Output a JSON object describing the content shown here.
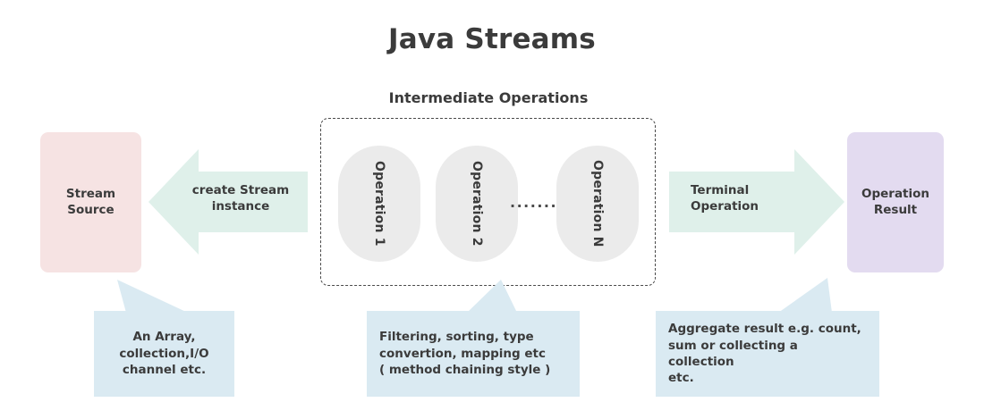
{
  "title": "Java Streams",
  "section_title": "Intermediate Operations",
  "colors": {
    "source_box": "#f6e3e3",
    "result_box": "#e3dbf0",
    "arrow": "#dff0ea",
    "pill": "#ebebeb",
    "callout": "#daeaf2",
    "text": "#3b3b3b",
    "dashed_border": "#4a4a4a"
  },
  "source": {
    "label": "Stream\nSource",
    "line1": "Stream",
    "line2": "Source"
  },
  "result": {
    "label": "Operation\nResult",
    "line1": "Operation",
    "line2": "Result"
  },
  "arrows": [
    {
      "name": "create-stream",
      "direction": "left",
      "line1": "create Stream",
      "line2": "instance"
    },
    {
      "name": "terminal-operation",
      "direction": "right",
      "line1": "Terminal",
      "line2": "Operation"
    }
  ],
  "operations": [
    {
      "label": "Operation 1"
    },
    {
      "label": "Operation 2"
    },
    {
      "label": "Operation N"
    }
  ],
  "ellipsis": "........",
  "callouts": [
    {
      "name": "source-callout",
      "align": "center",
      "line1": "An Array,",
      "line2": "collection,I/O",
      "line3": "channel etc."
    },
    {
      "name": "intermediate-callout",
      "align": "left",
      "line1": "Filtering, sorting, type",
      "line2": "convertion, mapping etc",
      "line3": "( method chaining style )"
    },
    {
      "name": "terminal-callout",
      "align": "left",
      "line1": "Aggregate result e.g. count,",
      "line2": "sum or collecting a collection",
      "line3": "etc."
    }
  ]
}
